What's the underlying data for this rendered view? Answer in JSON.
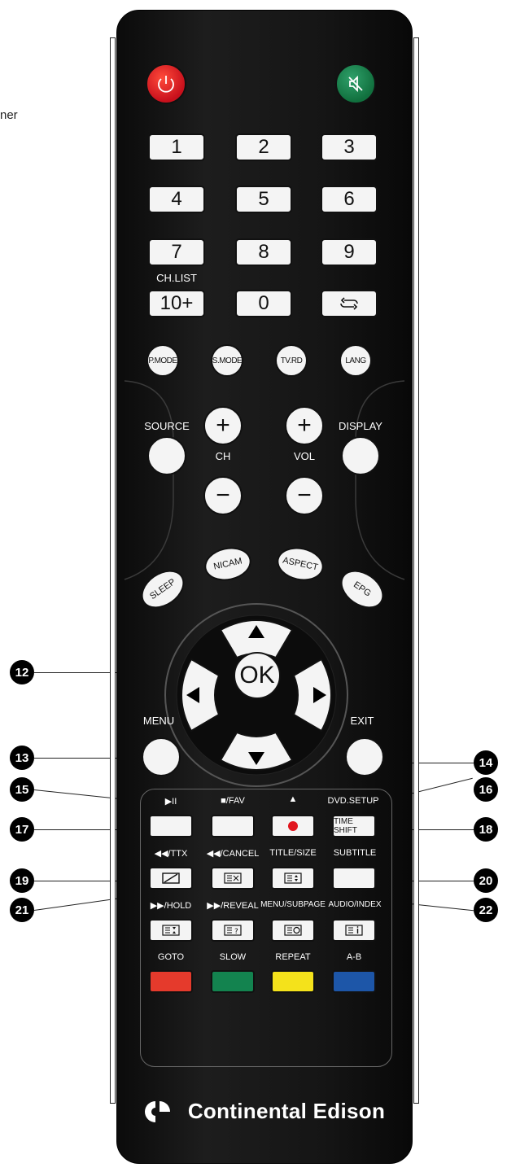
{
  "side_text": "ner",
  "power": {
    "icon": "power-icon",
    "color": "#e1161e"
  },
  "mute": {
    "icon": "mute-icon",
    "color": "#17804a"
  },
  "numbers": [
    "1",
    "2",
    "3",
    "4",
    "5",
    "6",
    "7",
    "8",
    "9"
  ],
  "ch_list_label": "CH.LIST",
  "ten_plus": "10+",
  "zero": "0",
  "recall_icon": "recall-icon",
  "mode_buttons": [
    "P.MODE",
    "S.MODE",
    "TV.RD",
    "LANG"
  ],
  "source_label": "SOURCE",
  "display_label": "DISPLAY",
  "ch_label": "CH",
  "vol_label": "VOL",
  "plus": "+",
  "minus": "−",
  "arc_buttons": [
    "SLEEP",
    "NICAM",
    "ASPECT",
    "EPG"
  ],
  "ok_label": "OK",
  "menu_label": "MENU",
  "exit_label": "EXIT",
  "callouts": {
    "c12": "12",
    "c13": "13",
    "c14": "14",
    "c15": "15",
    "c16": "16",
    "c17": "17",
    "c18": "18",
    "c19": "19",
    "c20": "20",
    "c21": "21",
    "c22": "22"
  },
  "media": {
    "play_pause": "▶II",
    "stop_fav": "■/FAV",
    "eject": "▲",
    "dvd_setup": "DVD.SETUP",
    "time_shift": "TIME SHIFT",
    "prev_ttx": "◀◀/TTX",
    "rew_cancel": "◀◀/CANCEL",
    "title_size": "TITLE/SIZE",
    "subtitle": "SUBTITLE",
    "next_hold": "▶▶/HOLD",
    "ff_reveal": "▶▶/REVEAL",
    "menu_subpage": "MENU/SUBPAGE",
    "audio_index": "AUDIO/INDEX"
  },
  "color_keys": [
    {
      "label": "GOTO",
      "color": "#e53a2c"
    },
    {
      "label": "SLOW",
      "color": "#13834f"
    },
    {
      "label": "REPEAT",
      "color": "#f4e21b"
    },
    {
      "label": "A-B",
      "color": "#1d56a8"
    }
  ],
  "brand": "Continental Edison"
}
